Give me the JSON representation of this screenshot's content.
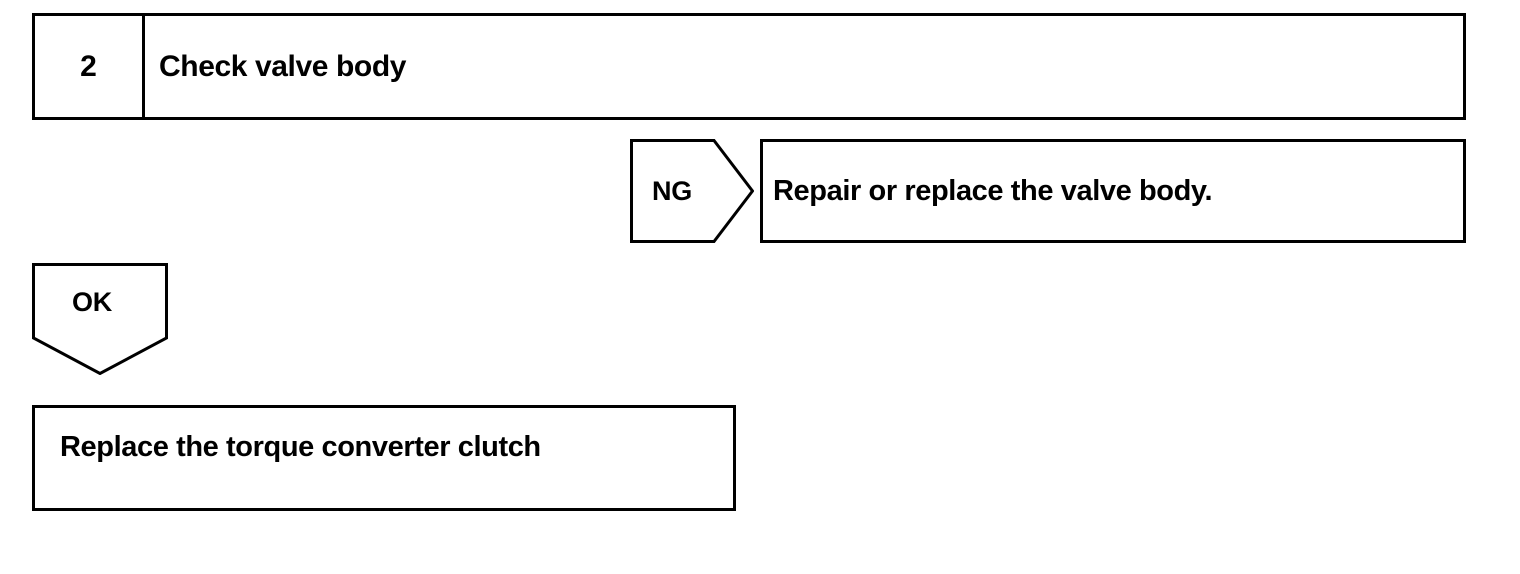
{
  "diagram": {
    "type": "troubleshooting-flowchart",
    "colors": {
      "line": "#000000",
      "background": "#ffffff",
      "text": "#000000"
    },
    "step": {
      "number": "2",
      "title": "Check valve body"
    },
    "branches": [
      {
        "label": "NG",
        "shape": "right-pointing-pentagon",
        "result": "Repair or replace the valve body."
      },
      {
        "label": "OK",
        "shape": "down-pointing-pentagon",
        "result": "Replace the torque converter clutch"
      }
    ],
    "ng_result_text": "Repair or replace the valve body.",
    "ok_result_text": "Replace the torque converter clutch"
  }
}
